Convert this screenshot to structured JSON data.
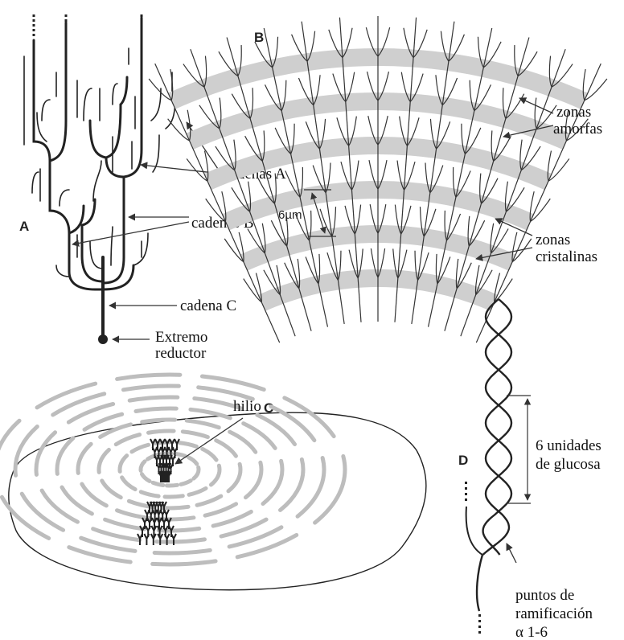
{
  "panels": {
    "A": {
      "letter": "A",
      "labels": {
        "cadenas_a": "cadenas A",
        "cadenas_b": "cadenas B",
        "cadena_c": "cadena C",
        "extremo": "Extremo",
        "reductor": "reductor"
      }
    },
    "B": {
      "letter": "B",
      "scale": "6µm",
      "labels": {
        "zonas1": "zonas",
        "amorfas": "amorfas",
        "zonas2": "zonas",
        "cristalinas": "cristalinas"
      }
    },
    "C": {
      "letter": "C",
      "labels": {
        "hilio": "hilio"
      }
    },
    "D": {
      "letter": "D",
      "labels": {
        "unidades1": "6 unidades",
        "unidades2": "de glucosa",
        "puntos1": "puntos de",
        "puntos2": "ramificación",
        "puntos3": "α 1-6"
      }
    }
  },
  "colors": {
    "ink": "#222222",
    "band": "#cfcfcf",
    "granule_band": "#bdbdbd"
  }
}
